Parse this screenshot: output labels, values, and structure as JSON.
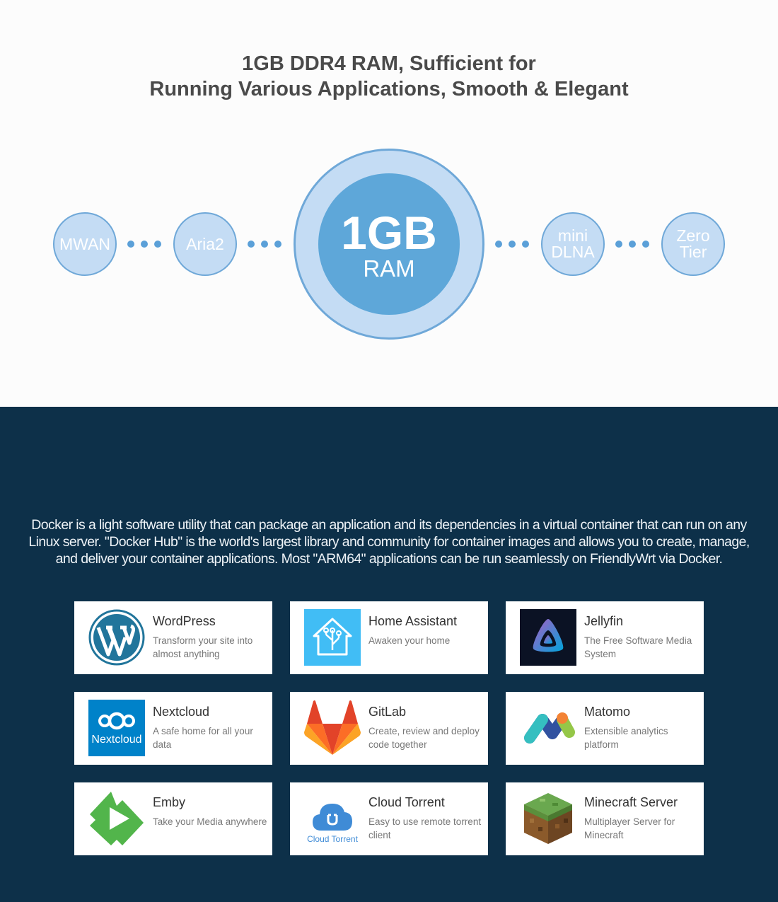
{
  "headline": {
    "line1": "1GB DDR4 RAM, Sufficient for",
    "line2": "Running Various Applications, Smooth & Elegant"
  },
  "ram_diagram": {
    "center_value": "1GB",
    "center_unit": "RAM",
    "left_apps": [
      "MWAN",
      "Aria2"
    ],
    "right_apps": [
      {
        "line1": "mini",
        "line2": "DLNA"
      },
      {
        "line1": "Zero",
        "line2": "Tier"
      }
    ]
  },
  "description": "Docker is a light software utility that can package an application and its dependencies in a virtual container that can run on any Linux server. \"Docker Hub\" is the world's largest library and community for container images and allows you to create, manage, and deliver your container applications. Most \"ARM64\" applications can be run seamlessly on FriendlyWrt via Docker.",
  "apps": [
    {
      "title": "WordPress",
      "subtitle": "Transform your site into almost anything",
      "icon": "wordpress-icon"
    },
    {
      "title": "Home Assistant",
      "subtitle": "Awaken your home",
      "icon": "home-assistant-icon"
    },
    {
      "title": "Jellyfin",
      "subtitle": "The Free Software Media System",
      "icon": "jellyfin-icon"
    },
    {
      "title": "Nextcloud",
      "subtitle": "A safe home for all your data",
      "icon": "nextcloud-icon",
      "logo_text": "Nextcloud"
    },
    {
      "title": "GitLab",
      "subtitle": "Create, review and deploy code together",
      "icon": "gitlab-icon"
    },
    {
      "title": "Matomo",
      "subtitle": "Extensible analytics platform",
      "icon": "matomo-icon"
    },
    {
      "title": "Emby",
      "subtitle": "Take your Media anywhere",
      "icon": "emby-icon"
    },
    {
      "title": "Cloud Torrent",
      "subtitle": "Easy to use remote torrent client",
      "icon": "cloud-torrent-icon",
      "logo_text": "Cloud Torrent"
    },
    {
      "title": "Minecraft Server",
      "subtitle": "Multiplayer Server for Minecraft",
      "icon": "minecraft-icon"
    }
  ],
  "colors": {
    "headline": "#4a4a4a",
    "circle_light": "#c4dcf4",
    "circle_dark": "#5ea7d9",
    "dark_section": "#0d3049"
  }
}
